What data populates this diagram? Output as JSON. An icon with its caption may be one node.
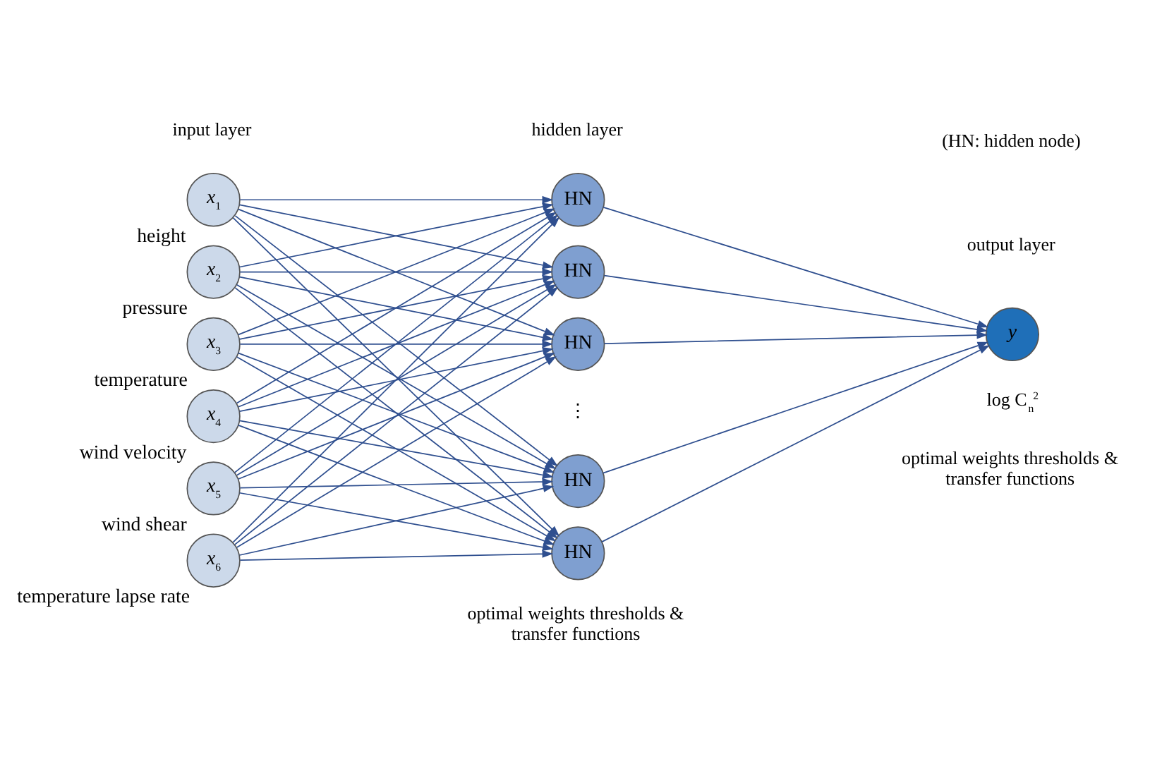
{
  "diagram": {
    "nodes": [
      {
        "text": [
          "x$_{1}$"
        ],
        "beside": [
          "height"
        ]
      },
      {
        "text": [
          "x$_{2}$"
        ],
        "beside": [
          "pressure"
        ]
      },
      {
        "text": [
          "x$_{3}$"
        ],
        "beside": [
          "temperature"
        ]
      },
      {
        "text": [
          "x$_{4}$"
        ],
        "beside": [
          "wind velocity"
        ]
      },
      {
        "text": [
          "x$_{5}$"
        ],
        "beside": [
          "wind shear"
        ]
      },
      {
        "text": [
          "x$_{6}$"
        ],
        "beside": [
          "temperature lapse rate"
        ]
      },
      {
        "text": [
          "HN"
        ]
      },
      {
        "text": [
          "HN"
        ]
      },
      {
        "text": [
          "HN"
        ]
      },
      {
        "text": [
          "HN"
        ]
      },
      {
        "text": [
          "HN"
        ]
      },
      {
        "text": [
          "y"
        ],
        "beside": [
          "log C$_{n}$$^{2}$"
        ]
      }
    ],
    "edges": [
      {
        "from": 0,
        "to": 6,
        "arrow": "to"
      },
      {
        "from": 0,
        "to": 7,
        "arrow": "to"
      },
      {
        "from": 0,
        "to": 8,
        "arrow": "to"
      },
      {
        "from": 0,
        "to": 9,
        "arrow": "to"
      },
      {
        "from": 0,
        "to": 10,
        "arrow": "to"
      },
      {
        "from": 1,
        "to": 6,
        "arrow": "to"
      },
      {
        "from": 1,
        "to": 7,
        "arrow": "to"
      },
      {
        "from": 1,
        "to": 8,
        "arrow": "to"
      },
      {
        "from": 1,
        "to": 9,
        "arrow": "to"
      },
      {
        "from": 1,
        "to": 10,
        "arrow": "to"
      },
      {
        "from": 2,
        "to": 6,
        "arrow": "to"
      },
      {
        "from": 2,
        "to": 7,
        "arrow": "to"
      },
      {
        "from": 2,
        "to": 8,
        "arrow": "to"
      },
      {
        "from": 2,
        "to": 9,
        "arrow": "to"
      },
      {
        "from": 2,
        "to": 10,
        "arrow": "to"
      },
      {
        "from": 3,
        "to": 6,
        "arrow": "to"
      },
      {
        "from": 3,
        "to": 7,
        "arrow": "to"
      },
      {
        "from": 3,
        "to": 8,
        "arrow": "to"
      },
      {
        "from": 3,
        "to": 9,
        "arrow": "to"
      },
      {
        "from": 3,
        "to": 10,
        "arrow": "to"
      },
      {
        "from": 4,
        "to": 6,
        "arrow": "to"
      },
      {
        "from": 4,
        "to": 7,
        "arrow": "to"
      },
      {
        "from": 4,
        "to": 8,
        "arrow": "to"
      },
      {
        "from": 4,
        "to": 9,
        "arrow": "to"
      },
      {
        "from": 4,
        "to": 10,
        "arrow": "to"
      },
      {
        "from": 5,
        "to": 6,
        "arrow": "to"
      },
      {
        "from": 5,
        "to": 7,
        "arrow": "to"
      },
      {
        "from": 5,
        "to": 8,
        "arrow": "to"
      },
      {
        "from": 5,
        "to": 9,
        "arrow": "to"
      },
      {
        "from": 5,
        "to": 10,
        "arrow": "to"
      },
      {
        "from": 6,
        "to": 11,
        "arrow": "to"
      },
      {
        "from": 7,
        "to": 11,
        "arrow": "to"
      },
      {
        "from": 8,
        "to": 11,
        "arrow": "to"
      },
      {
        "from": 9,
        "to": 11,
        "arrow": "to"
      },
      {
        "from": 10,
        "to": 11,
        "arrow": "to"
      }
    ],
    "labels": [
      "input layer",
      "hidden layer",
      "(HN: hidden node)",
      "output layer",
      "⋮",
      "optimal weights thresholds & transfer functions",
      "optimal weights thresholds & transfer functions"
    ]
  }
}
